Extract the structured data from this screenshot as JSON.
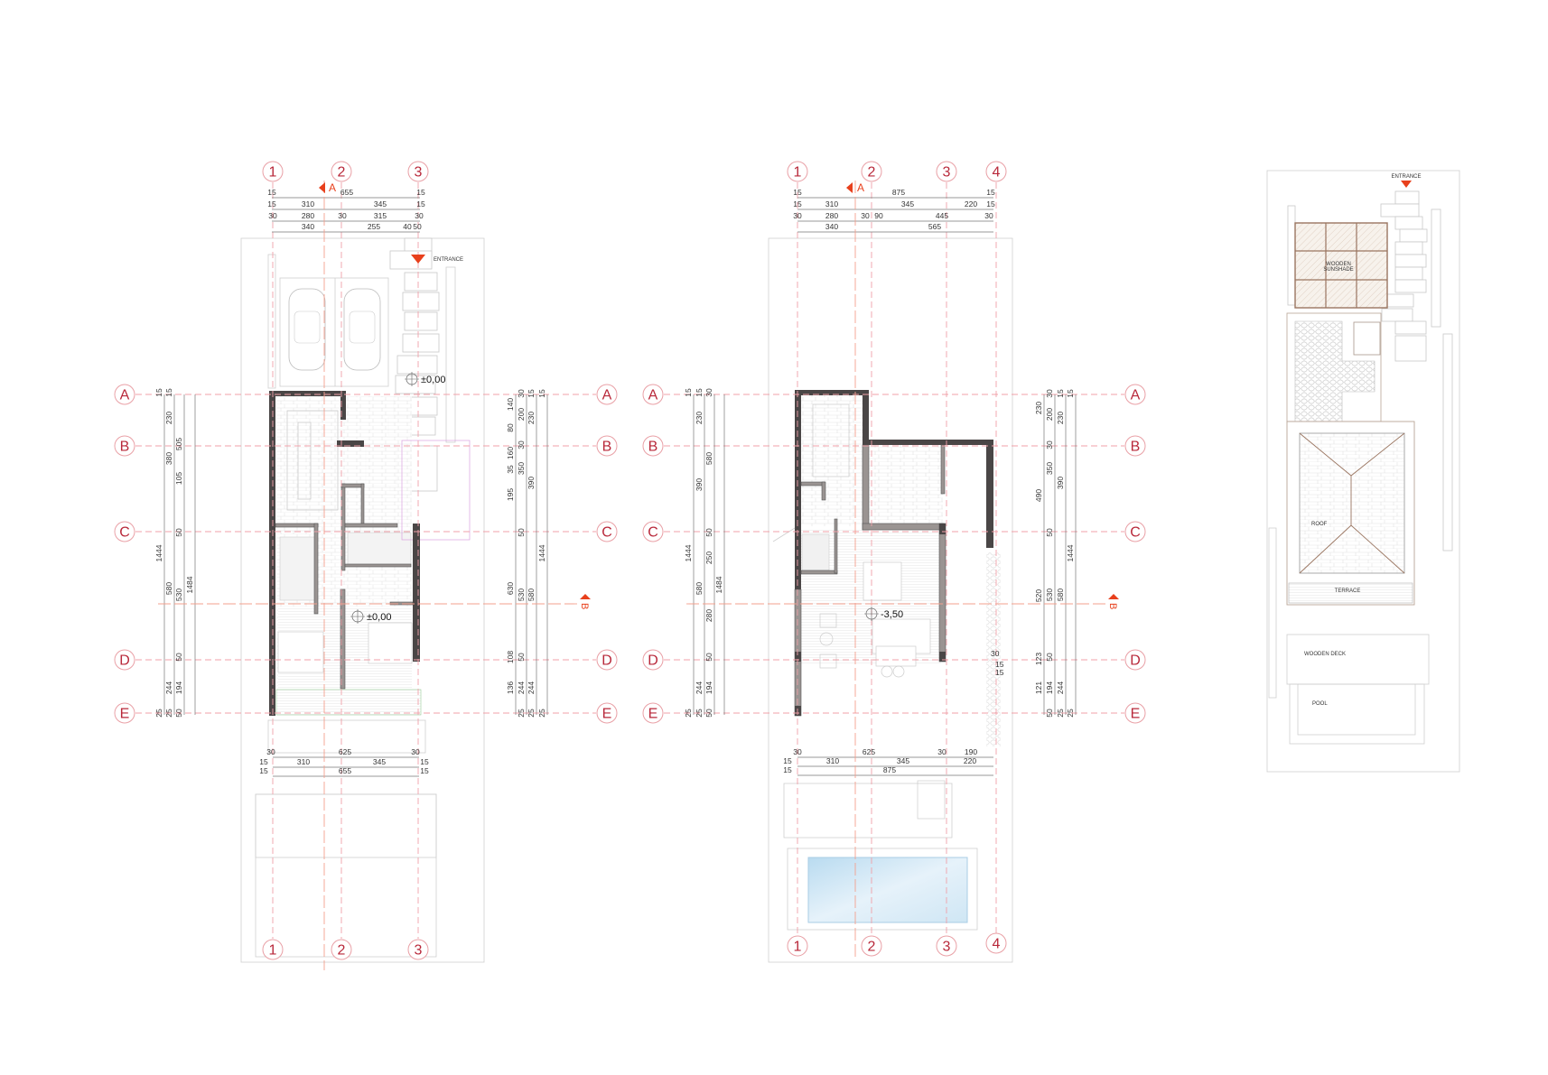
{
  "colors": {
    "grid": "#f0a0a8",
    "marker": "#e8401c",
    "bubble_text": "#b8283a",
    "wall": "#4a4646",
    "pool": "#cfe6f4",
    "wood": "#c9a88e"
  },
  "grid": {
    "rows": [
      "A",
      "B",
      "C",
      "D",
      "E"
    ],
    "cols_left": [
      "1",
      "2",
      "3"
    ],
    "cols_right": [
      "1",
      "2",
      "3",
      "4"
    ]
  },
  "section_markers": {
    "a": "A",
    "b": "B"
  },
  "plan_left": {
    "entrance_label": "ENTRANCE",
    "elevation_labels": [
      "±0,00",
      "±0,00"
    ],
    "dims_top": [
      [
        "15",
        "655",
        "15"
      ],
      [
        "15",
        "310",
        "345",
        "15"
      ],
      [
        "30",
        "280",
        "30",
        "315",
        "30"
      ],
      [
        "340",
        "255",
        "40",
        "50"
      ]
    ],
    "dims_bottom": [
      [
        "30",
        "625",
        "30"
      ],
      [
        "15",
        "310",
        "345",
        "15"
      ],
      [
        "15",
        "655",
        "15"
      ]
    ],
    "dims_left": [
      [
        "15",
        "1444",
        "25"
      ],
      [
        "15",
        "230",
        "380",
        "580",
        "244",
        "25"
      ],
      [
        "505",
        "105",
        "50",
        "530",
        "50",
        "194",
        "50"
      ],
      [
        "1484"
      ]
    ],
    "dims_right": [
      [
        "140",
        "80",
        "160",
        "35",
        "195",
        "630",
        "108",
        "136"
      ],
      [
        "30",
        "200",
        "30",
        "350",
        "50",
        "530",
        "50",
        "244",
        "25"
      ],
      [
        "15",
        "230",
        "390",
        "580",
        "244",
        "25"
      ],
      [
        "15",
        "1444",
        "25"
      ]
    ]
  },
  "plan_right": {
    "elevation_labels": [
      "-3,50"
    ],
    "dims_top": [
      [
        "15",
        "875",
        "15"
      ],
      [
        "15",
        "310",
        "345",
        "220",
        "15"
      ],
      [
        "30",
        "280",
        "30",
        "90",
        "445",
        "30"
      ],
      [
        "340",
        "565"
      ]
    ],
    "dims_bottom": [
      [
        "30",
        "625",
        "30",
        "190"
      ],
      [
        "15",
        "310",
        "345",
        "220"
      ],
      [
        "15",
        "875"
      ]
    ],
    "dims_left": [
      [
        "15",
        "1444",
        "25"
      ],
      [
        "15",
        "230",
        "390",
        "580",
        "244",
        "25"
      ],
      [
        "30",
        "580",
        "50",
        "250",
        "280",
        "50",
        "194",
        "50"
      ],
      [
        "1484"
      ]
    ],
    "dims_right": [
      [
        "230",
        "490",
        "520",
        "123",
        "121"
      ],
      [
        "30",
        "200",
        "30",
        "350",
        "50",
        "530",
        "50",
        "194",
        "50"
      ],
      [
        "15",
        "230",
        "390",
        "580",
        "244",
        "25"
      ],
      [
        "15",
        "1444",
        "25"
      ]
    ],
    "misc_dims": [
      "30",
      "15",
      "15"
    ]
  },
  "roof_plan": {
    "entrance_label": "ENTRANCE",
    "sunshade_label": [
      "WOODEN",
      "SUNSHADE"
    ],
    "roof_label": "ROOF",
    "terrace_label": "TERRACE",
    "deck_label": "WOODEN DECK",
    "pool_label": "POOL"
  }
}
